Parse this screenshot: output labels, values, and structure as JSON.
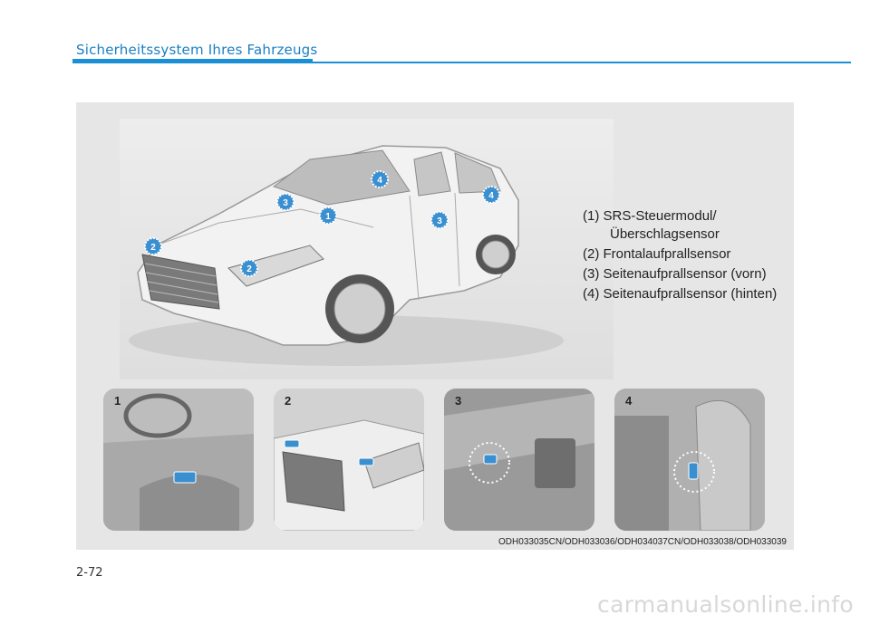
{
  "header": {
    "title": "Sicherheitssystem Ihres Fahrzeugs"
  },
  "legend": {
    "items": [
      {
        "label": "(1) SRS-Steuermodul/",
        "sub": "Überschlagsensor"
      },
      {
        "label": "(2) Frontalaufprallsensor"
      },
      {
        "label": "(3) Seitenaufprallsensor (vorn)"
      },
      {
        "label": "(4) Seitenaufprallsensor (hinten)"
      }
    ]
  },
  "main_markers": [
    "1",
    "2",
    "2",
    "3",
    "3",
    "4",
    "4"
  ],
  "thumbnails": [
    {
      "number": "1"
    },
    {
      "number": "2"
    },
    {
      "number": "3"
    },
    {
      "number": "4"
    }
  ],
  "image_codes": "ODH033035CN/ODH033036/ODH034037CN/ODH033038/ODH033039",
  "page_number": "2-72",
  "watermark": "carmanualsonline.info",
  "colors": {
    "accent": "#1a8fd6",
    "marker": "#3a8fd0"
  }
}
